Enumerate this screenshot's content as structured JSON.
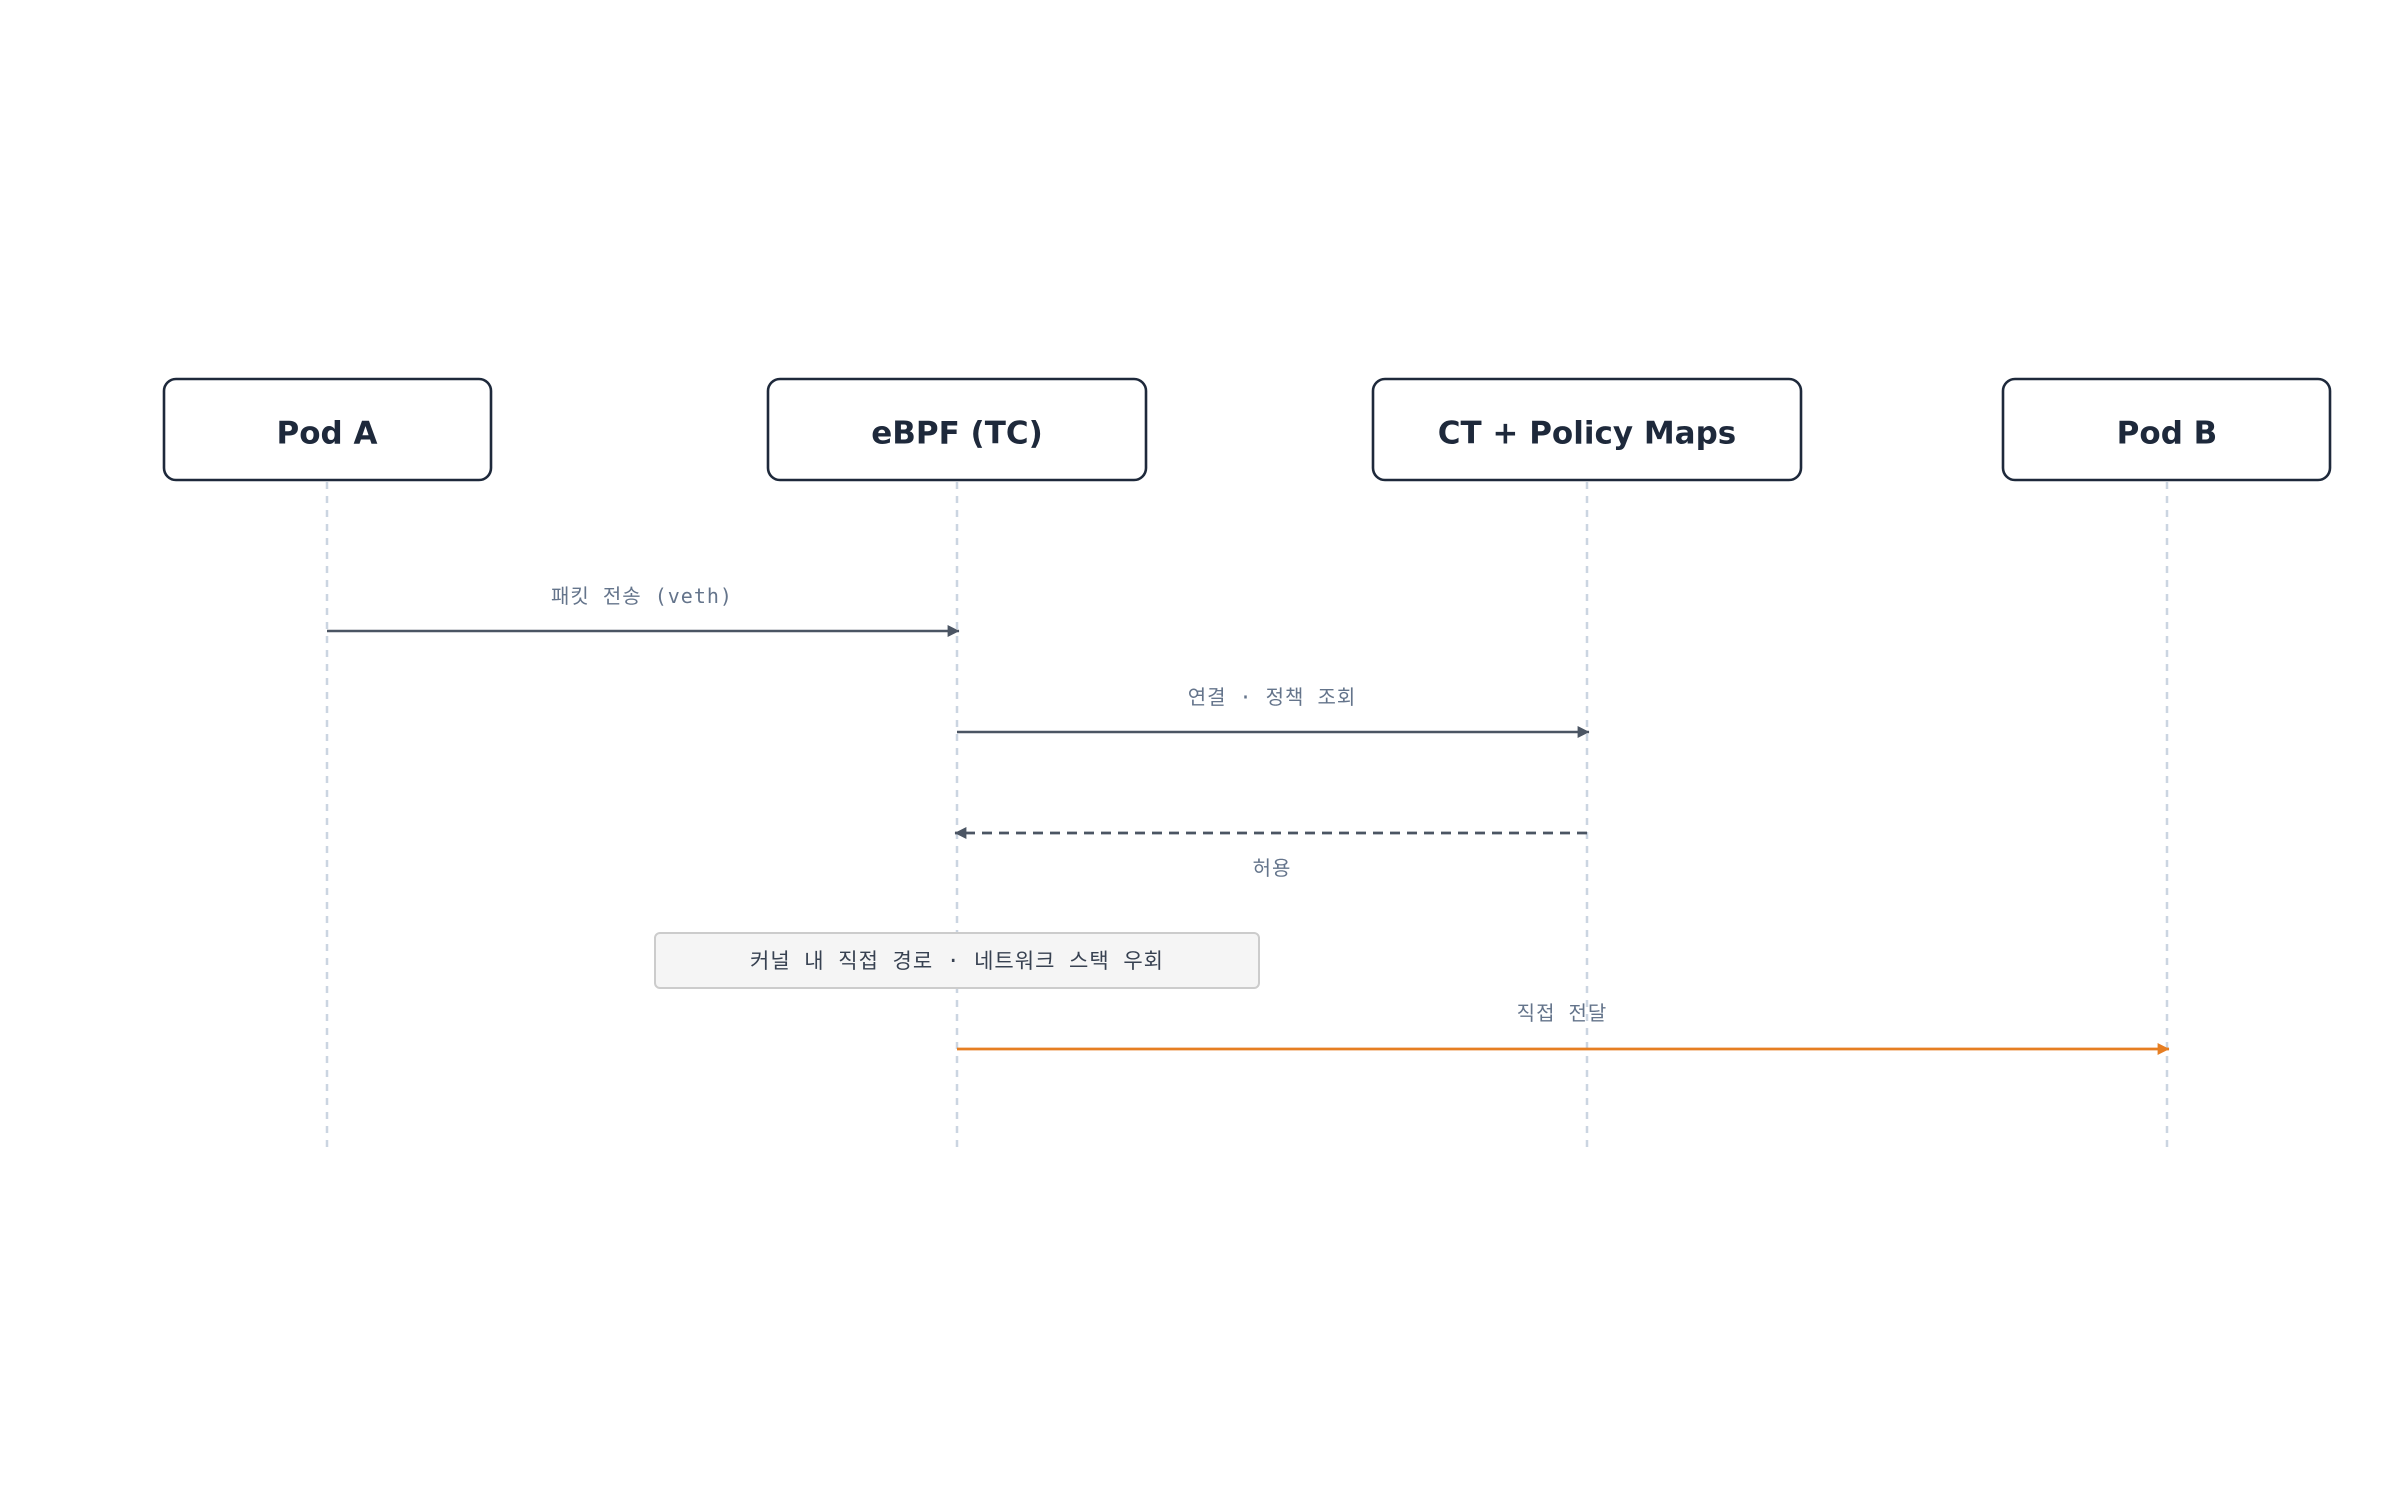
{
  "participants": [
    {
      "id": "pod-a",
      "label": "Pod A"
    },
    {
      "id": "ebpf",
      "label": "eBPF (TC)"
    },
    {
      "id": "maps",
      "label": "CT + Policy Maps"
    },
    {
      "id": "pod-b",
      "label": "Pod B"
    }
  ],
  "messages": [
    {
      "from": "pod-a",
      "to": "ebpf",
      "label": "패킷 전송 (veth)",
      "style": "solid"
    },
    {
      "from": "ebpf",
      "to": "maps",
      "label": "연결 · 정책 조회",
      "style": "solid"
    },
    {
      "from": "maps",
      "to": "ebpf",
      "label": "허용",
      "style": "dashed"
    },
    {
      "from": "ebpf",
      "to": "pod-b",
      "label": "직접 전달",
      "style": "solid"
    }
  ],
  "note": {
    "text": "커널 내 직접 경로 · 네트워크 스택 우회",
    "over": "ebpf"
  },
  "colors": {
    "actor_border": "#1e293b",
    "actor_text": "#1e293b",
    "lifeline": "#cbd5e1",
    "message_line": "#4b5563",
    "message_label": "#64748b",
    "highlight": "#e67e22",
    "note_fill": "#f5f5f5",
    "note_border": "#cccccc"
  }
}
